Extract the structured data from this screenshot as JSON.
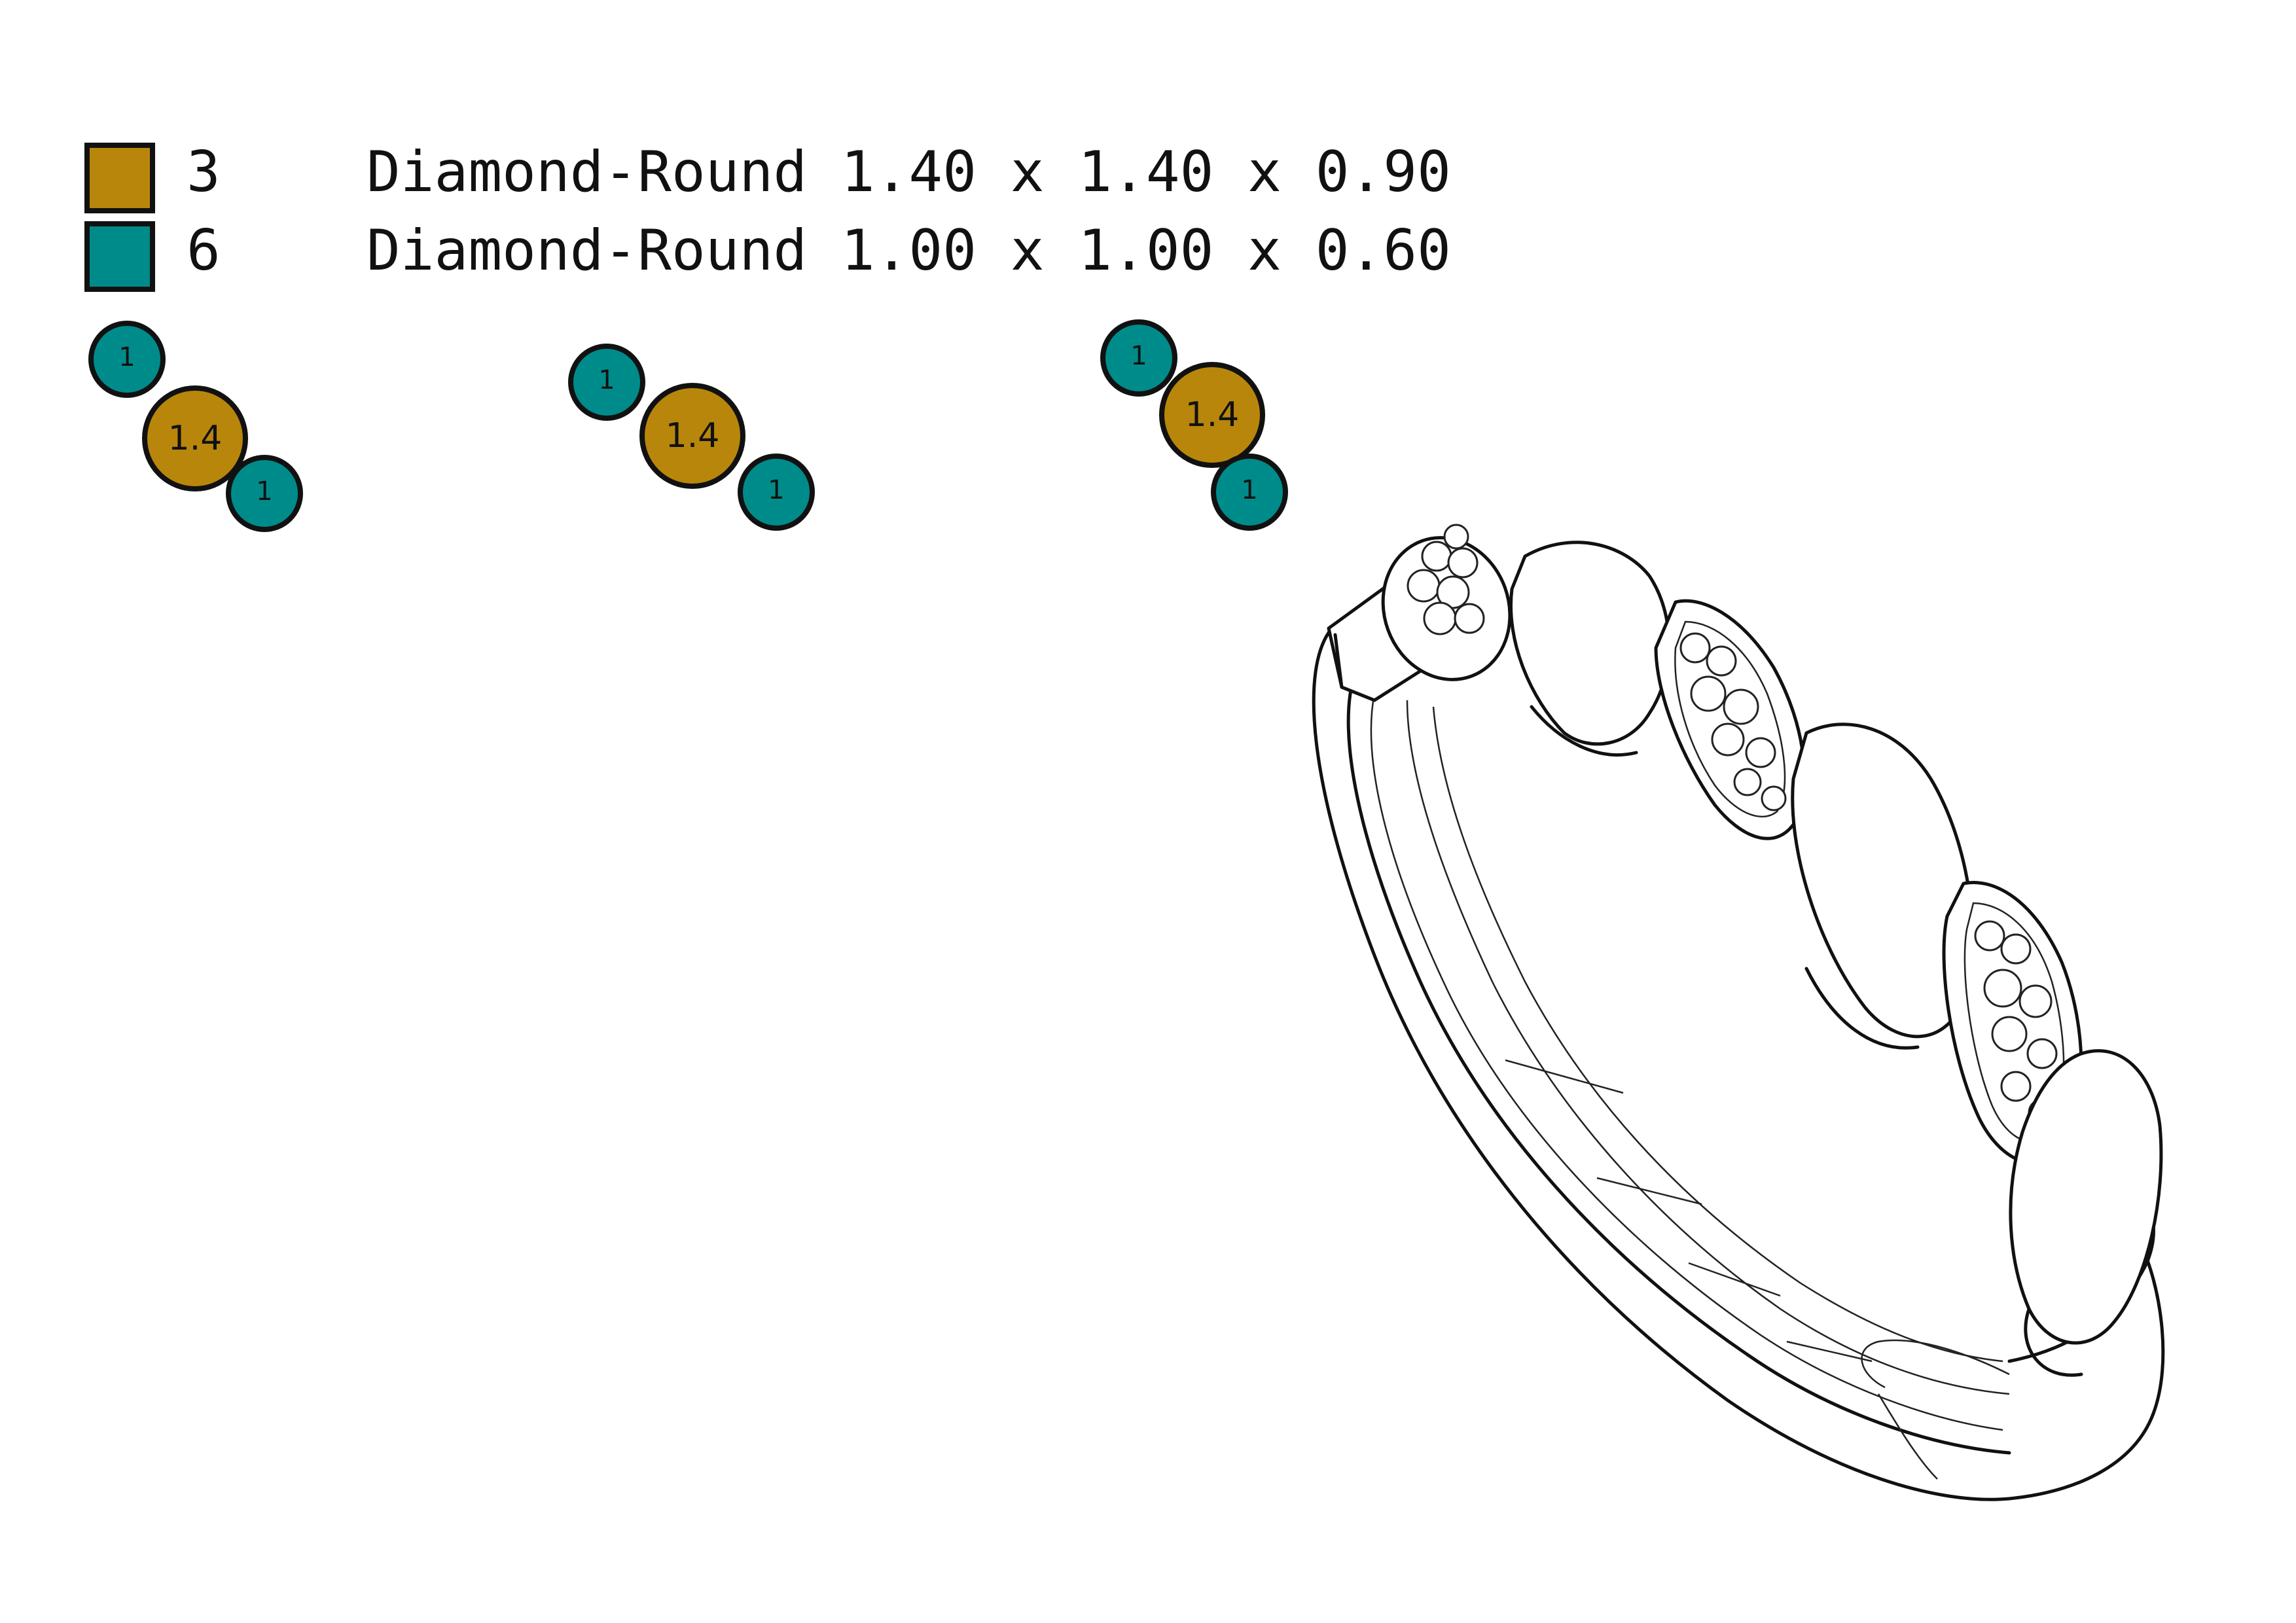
{
  "legend": {
    "entries": [
      {
        "count": "3",
        "label": "Diamond-Round 1.40 x 1.40 x 0.90",
        "color": "#B8860B"
      },
      {
        "count": "6",
        "label": "Diamond-Round 1.00 x 1.00 x 0.60",
        "color": "#008B8B"
      }
    ]
  },
  "stone_groups": [
    {
      "stones": [
        {
          "size": "1",
          "type": "small"
        },
        {
          "size": "1.4",
          "type": "large"
        },
        {
          "size": "1",
          "type": "small"
        }
      ]
    },
    {
      "stones": [
        {
          "size": "1",
          "type": "small"
        },
        {
          "size": "1.4",
          "type": "large"
        },
        {
          "size": "1",
          "type": "small"
        }
      ]
    },
    {
      "stones": [
        {
          "size": "1",
          "type": "small"
        },
        {
          "size": "1.4",
          "type": "large"
        },
        {
          "size": "1",
          "type": "small"
        }
      ]
    }
  ],
  "colors": {
    "large_stone": "#B8860B",
    "small_stone": "#008B8B",
    "outline": "#111111"
  }
}
